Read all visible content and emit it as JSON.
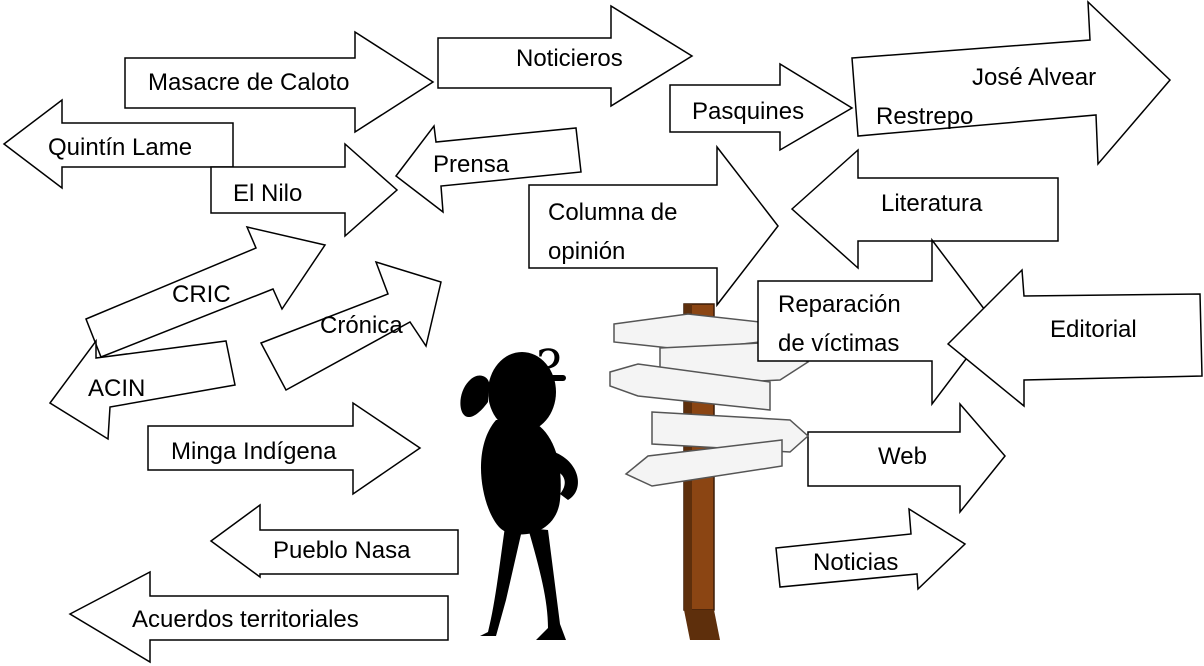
{
  "arrows": [
    {
      "label": "Masacre de Caloto"
    },
    {
      "label": "Noticieros"
    },
    {
      "label": "Pasquines"
    },
    {
      "label_lines": [
        "José Alvear",
        "Restrepo"
      ]
    },
    {
      "label": "Quintín Lame"
    },
    {
      "label": "El Nilo"
    },
    {
      "label": "Prensa"
    },
    {
      "label_lines": [
        "Columna de",
        "opinión"
      ]
    },
    {
      "label": "Literatura"
    },
    {
      "label": "CRIC"
    },
    {
      "label": "Crónica"
    },
    {
      "label_lines": [
        "Reparación",
        "de víctimas"
      ]
    },
    {
      "label": "Editorial"
    },
    {
      "label": "ACIN"
    },
    {
      "label": "Minga Indígena"
    },
    {
      "label": "Web"
    },
    {
      "label": "Pueblo Nasa"
    },
    {
      "label": "Noticias"
    },
    {
      "label": "Acuerdos territoriales"
    }
  ],
  "figure": {
    "question_mark": "?"
  },
  "colors": {
    "post": "#8b4513",
    "post_dark": "#5e2f0c",
    "sign": "#f4f4f4",
    "figure": "#000000"
  }
}
